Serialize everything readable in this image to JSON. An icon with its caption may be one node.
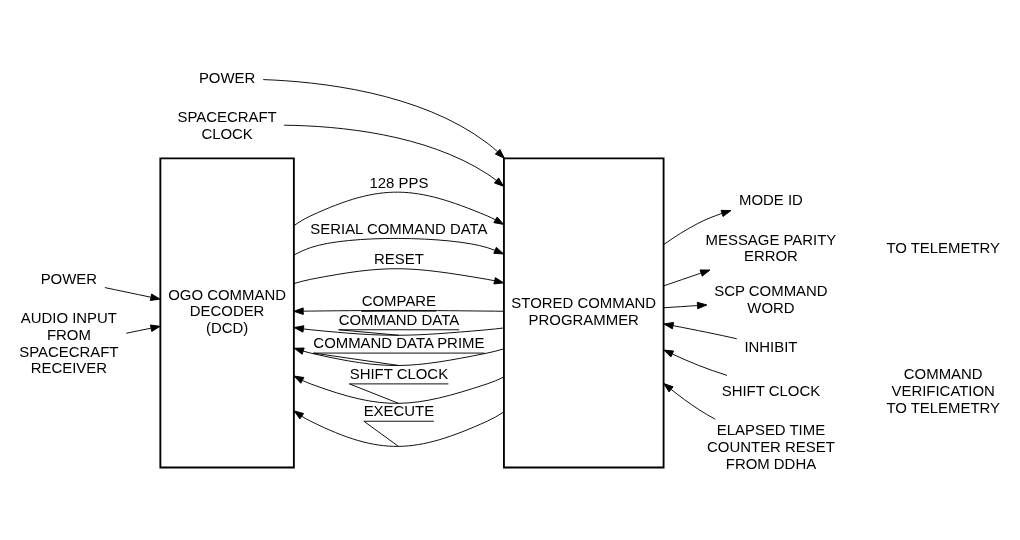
{
  "diagram": {
    "nodes": [
      {
        "text": [
          "OGO COMMAND DECODER",
          "(DCD)"
        ]
      },
      {
        "text": [
          "STORED COMMAND PROGRAMMER"
        ]
      },
      {
        "text": [
          "POWER"
        ]
      },
      {
        "text": [
          "POWER"
        ]
      },
      {
        "text": [
          "SPACECRAFT CLOCK"
        ]
      },
      {
        "text": [
          "AUDIO INPUT FROM SPACECRAFT RECEIVER"
        ]
      },
      {
        "text": [
          "MODE ID"
        ]
      },
      {
        "text": [
          "MESSAGE PARITY ERROR"
        ]
      },
      {
        "text": [
          "SCP COMMAND WORD"
        ]
      },
      {
        "text": [
          "INHIBIT"
        ]
      },
      {
        "text": [
          "SHIFT CLOCK"
        ]
      },
      {
        "text": [
          "ELAPSED TIME COUNTER RESET FROM DDHA"
        ]
      }
    ],
    "edges": [
      {
        "from": 2,
        "to": 0,
        "arrow": "to"
      },
      {
        "from": 5,
        "to": 0,
        "arrow": "to"
      },
      {
        "from": 3,
        "to": 1,
        "arrow": "to"
      },
      {
        "from": 4,
        "to": 1,
        "arrow": "to"
      },
      {
        "from": 0,
        "to": 1,
        "arrow": "to",
        "label": "128 PPS"
      },
      {
        "from": 0,
        "to": 1,
        "arrow": "to",
        "label": "SERIAL COMMAND DATA"
      },
      {
        "from": 0,
        "to": 1,
        "arrow": "to",
        "label": "RESET"
      },
      {
        "from": 1,
        "to": 6,
        "arrow": "to"
      },
      {
        "from": 1,
        "to": 7,
        "arrow": "to"
      },
      {
        "from": 1,
        "to": 8,
        "arrow": "to"
      },
      {
        "from": 9,
        "to": 1,
        "arrow": "to"
      },
      {
        "from": 10,
        "to": 1,
        "arrow": "to"
      },
      {
        "from": 11,
        "to": 1,
        "arrow": "to"
      },
      {
        "from": 1,
        "to": 0,
        "arrow": "to",
        "label": "COMPARE"
      },
      {
        "from": 1,
        "to": 0,
        "arrow": "to",
        "label": "COMMAND DATA"
      },
      {
        "from": 1,
        "to": 0,
        "arrow": "to",
        "label": "COMMAND DATA PRIME"
      },
      {
        "from": 1,
        "to": 0,
        "arrow": "to",
        "label": "SHIFT CLOCK"
      },
      {
        "from": 1,
        "to": 0,
        "arrow": "to",
        "label": "EXECUTE"
      }
    ],
    "labels": [
      "TO TELEMETRY",
      "COMMAND VERIFICATION TO TELEMETRY"
    ]
  }
}
